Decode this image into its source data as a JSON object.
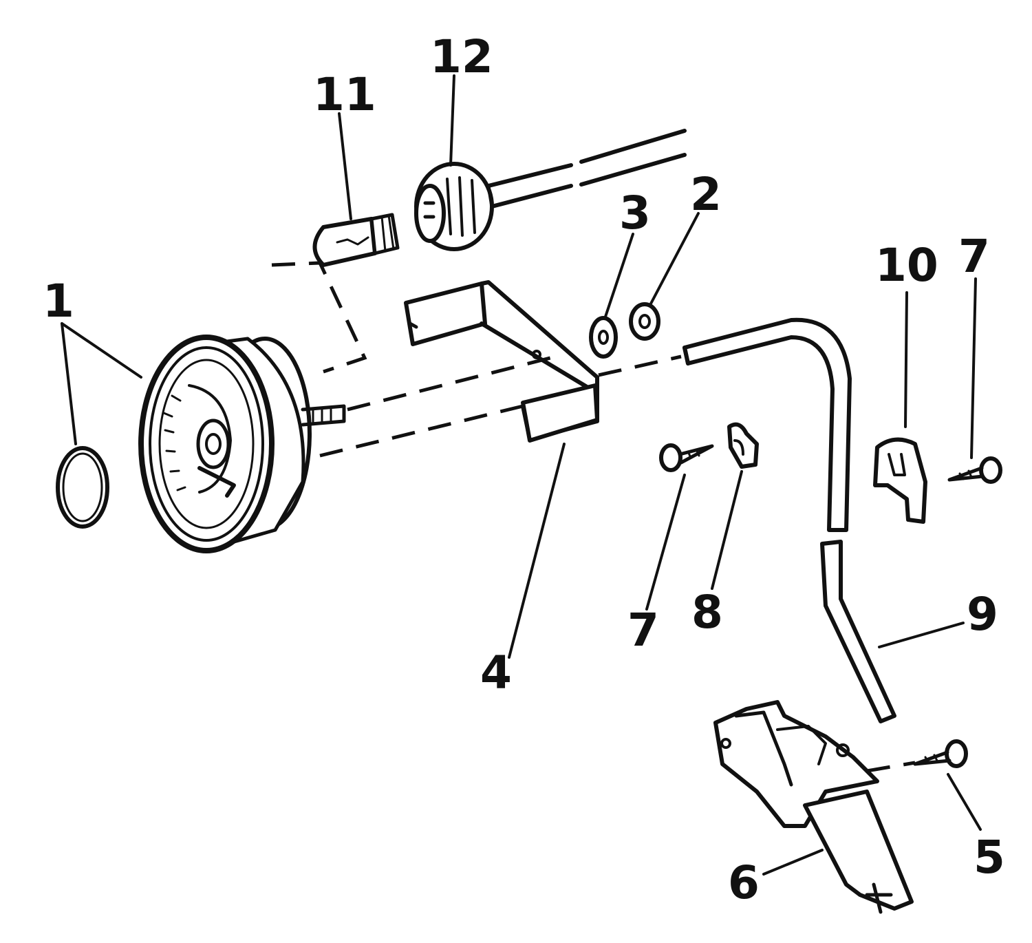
{
  "callouts": [
    {
      "id": "1",
      "label": "1"
    },
    {
      "id": "2",
      "label": "2"
    },
    {
      "id": "3",
      "label": "3"
    },
    {
      "id": "4",
      "label": "4"
    },
    {
      "id": "5",
      "label": "5"
    },
    {
      "id": "6",
      "label": "6"
    },
    {
      "id": "7a",
      "label": "7"
    },
    {
      "id": "7b",
      "label": "7"
    },
    {
      "id": "8",
      "label": "8"
    },
    {
      "id": "9",
      "label": "9"
    },
    {
      "id": "10",
      "label": "10"
    },
    {
      "id": "11",
      "label": "11"
    },
    {
      "id": "12",
      "label": "12"
    }
  ],
  "colors": {
    "ink": "#111111",
    "paper": "#ffffff"
  }
}
